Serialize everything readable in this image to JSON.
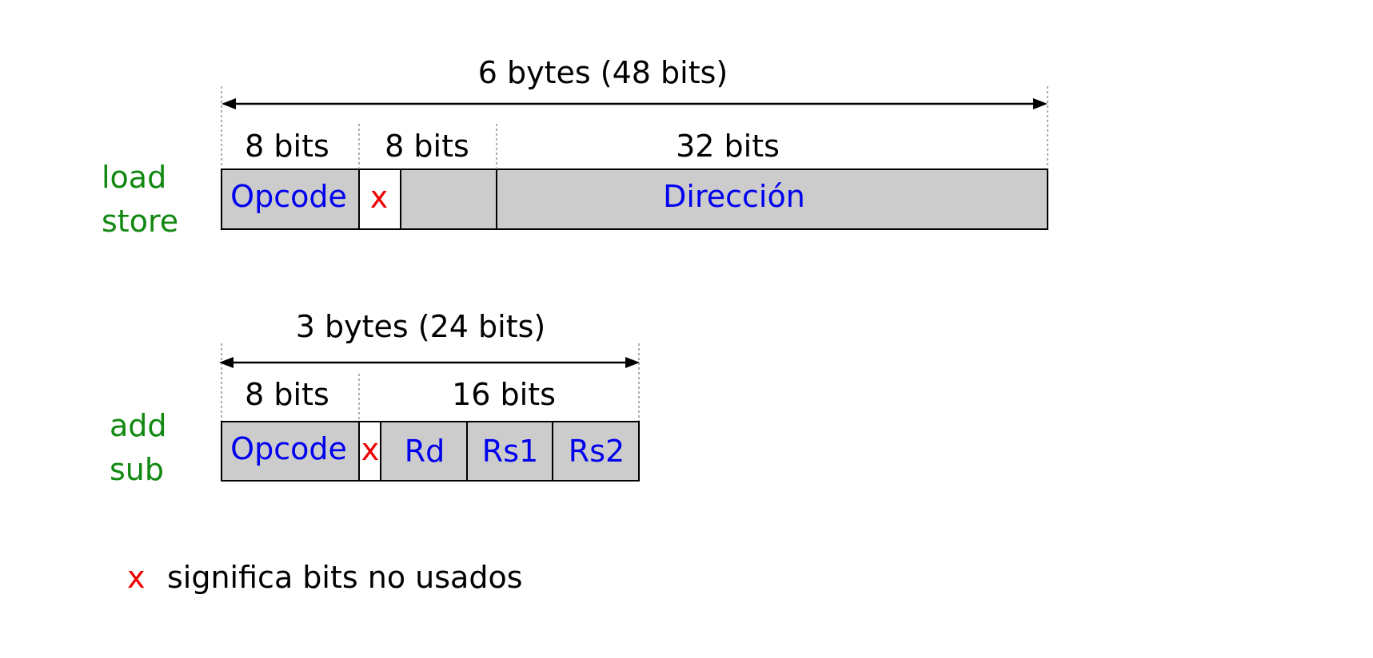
{
  "format_load_store": {
    "labels": [
      "load",
      "store"
    ],
    "total_label": "6 bytes (48 bits)",
    "field_widths": [
      "8 bits",
      "8 bits",
      "32 bits"
    ],
    "fields": {
      "opcode": "Opcode",
      "unused": "x",
      "address": "Dirección"
    }
  },
  "format_add_sub": {
    "labels": [
      "add",
      "sub"
    ],
    "total_label": "3 bytes (24 bits)",
    "field_widths": [
      "8 bits",
      "16 bits"
    ],
    "fields": {
      "opcode": "Opcode",
      "unused": "x",
      "rd": "Rd",
      "rs1": "Rs1",
      "rs2": "Rs2"
    }
  },
  "legend": {
    "symbol": "x",
    "text": "significa bits no usados"
  },
  "colors": {
    "field_fill": "#cccccc",
    "unused_fill": "#ffffff",
    "field_text": "#0000ee",
    "instruction_text": "#118811",
    "unused_symbol": "#ee0000"
  }
}
